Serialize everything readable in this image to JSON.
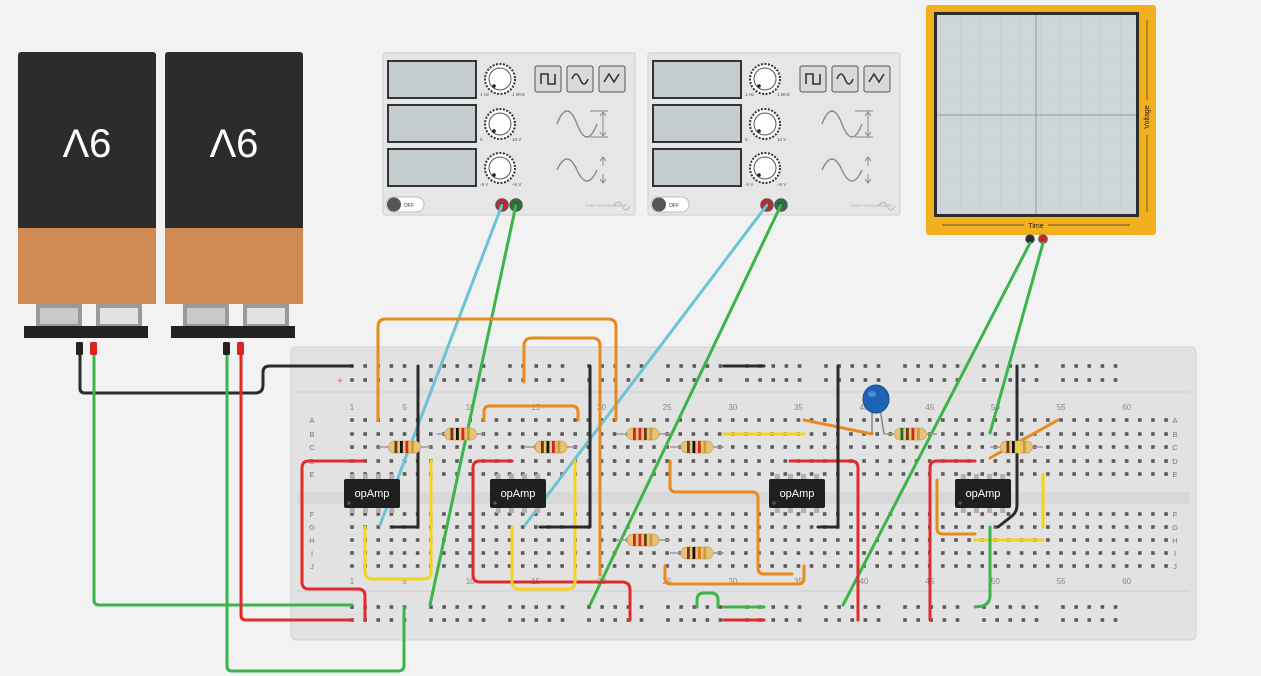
{
  "batteries": [
    {
      "label": "9V"
    },
    {
      "label": "9V"
    }
  ],
  "function_generators": [
    {
      "mode": "OFF",
      "brand": "FUNCTION GENERATOR",
      "range_min": [
        "1 Hz",
        "0",
        "-5 V"
      ],
      "range_max": [
        "1 MHz",
        "10 V",
        "+5 V"
      ]
    },
    {
      "mode": "OFF",
      "brand": "FUNCTION GENERATOR",
      "range_min": [
        "1 Hz",
        "0",
        "-5 V"
      ],
      "range_max": [
        "1 MHz",
        "10 V",
        "+5 V"
      ]
    }
  ],
  "oscilloscope": {
    "x_label": "Time",
    "y_label": "Voltage"
  },
  "breadboard": {
    "row_letters_top": [
      "A",
      "B",
      "C",
      "D",
      "E"
    ],
    "row_letters_bottom": [
      "F",
      "G",
      "H",
      "I",
      "J"
    ],
    "column_numbers": [
      "1",
      "5",
      "10",
      "15",
      "20",
      "25",
      "30",
      "35",
      "40",
      "45",
      "50",
      "55",
      "60"
    ],
    "rail_plus": "+"
  },
  "opamps": [
    {
      "label": "opAmp"
    },
    {
      "label": "opAmp"
    },
    {
      "label": "opAmp"
    },
    {
      "label": "opAmp"
    }
  ],
  "colors": {
    "wire_green": "#3cb44a",
    "wire_blue": "#6cc3d5",
    "wire_orange": "#ea8a1c",
    "wire_red": "#e02b2b",
    "wire_yellow": "#f5d31a",
    "wire_black": "#2b2b2b",
    "scope_frame": "#f2b01e",
    "battery_body": "#2c2c2c",
    "battery_band": "#d08a52"
  }
}
